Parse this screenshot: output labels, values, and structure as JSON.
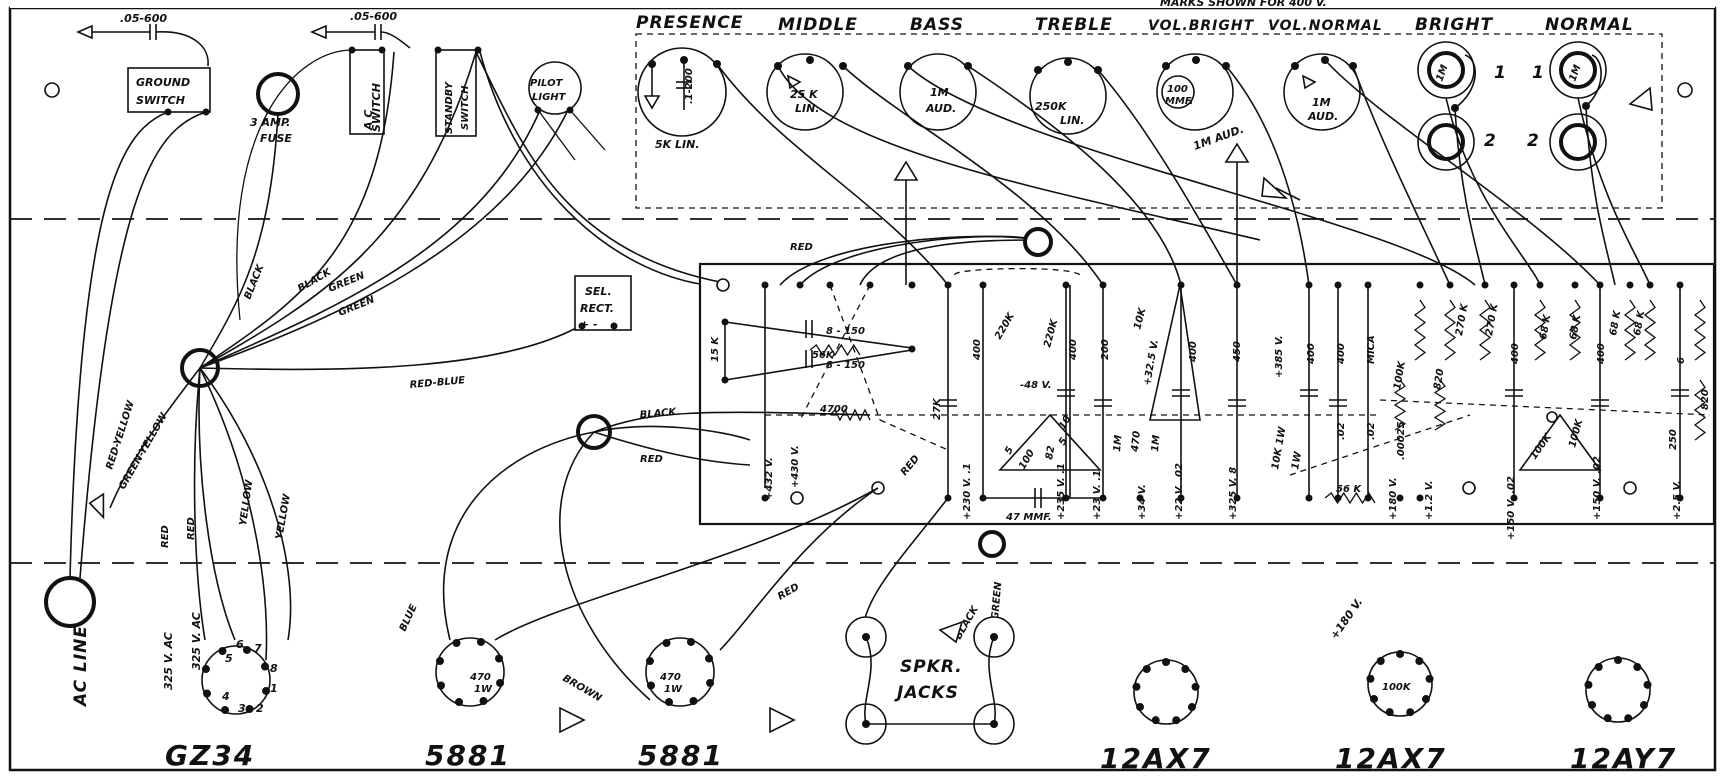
{
  "header_fragment": "MARKS SHOWN FOR 400 V.",
  "controls": {
    "presence": {
      "title": "PRESENCE",
      "value": "5K LIN.",
      "cap": ".1-200"
    },
    "middle": {
      "title": "MIDDLE",
      "value1": "25 K",
      "value2": "LIN."
    },
    "bass": {
      "title": "BASS",
      "value1": "1M",
      "value2": "AUD."
    },
    "treble": {
      "title": "TREBLE",
      "value1": "250K",
      "value2": "LIN."
    },
    "vol_bright": {
      "title": "VOL.BRIGHT",
      "cap1": "100",
      "cap2": "MMF.",
      "value": "1M AUD."
    },
    "vol_normal": {
      "title": "VOL.NORMAL",
      "value1": "1M",
      "value2": "AUD."
    },
    "bright": {
      "title": "BRIGHT",
      "jack1": "1",
      "jack2": "2",
      "res": "1M"
    },
    "normal": {
      "title": "NORMAL",
      "jack1": "1",
      "jack2": "2",
      "res": "1M"
    }
  },
  "left_panel": {
    "cap1": ".05-600",
    "cap2": ".05-600",
    "ground_switch": [
      "GROUND",
      "SWITCH"
    ],
    "fuse": [
      "3 AMP.",
      "FUSE"
    ],
    "ac_switch": [
      "A C",
      "SWITCH"
    ],
    "standby_switch": [
      "STANDBY",
      "SWITCH"
    ],
    "pilot_light": [
      "PILOT",
      "LIGHT"
    ],
    "sel_rect": [
      "SEL.",
      "RECT."
    ],
    "sel_rect_pol": "+ -",
    "ac_line": "AC LINE"
  },
  "wire_colors": {
    "black1": "BLACK",
    "black2": "BLACK",
    "green1": "GREEN",
    "green2": "GREEN",
    "red_yellow": "RED-YELLOW",
    "green_yellow": "GREEN-YELLOW",
    "red_blue": "RED-BLUE",
    "red": "RED",
    "yellow": "YELLOW",
    "blue": "BLUE",
    "brown": "BROWN",
    "black_o": "BLACK",
    "green_o": "GREEN"
  },
  "board": {
    "caps": [
      "8 - 150",
      "8 - 150",
      "400",
      "400",
      "200",
      "400",
      "450",
      "400",
      "400",
      "MICA",
      "400",
      "400",
      "6",
      "250"
    ],
    "resistors": [
      "15 K",
      "56K",
      "4700",
      "27K",
      "220K",
      "220K",
      "10K",
      "1M",
      "470",
      "1M",
      "10K 1W",
      "56 K",
      "100K",
      "820",
      "270 K",
      "270 K",
      "68 K",
      "68 K",
      "68 K",
      "68 K",
      "100K",
      "100K",
      "820"
    ],
    "voltages": [
      "+432 V.",
      "+430 V.",
      "-48 V.",
      "+230 V. .1",
      "+235 V. .1",
      "+23 V. .1",
      "+34 V.",
      "+22 V. .02",
      "+325 V. 8",
      "+385 V.",
      "+180 V.",
      "+1.2 V.",
      "+150 V. .02",
      "+150 V. .02",
      "+2.5 V.",
      "+32.5 V."
    ],
    "misc": [
      "47 MMF.",
      ".02",
      ".02",
      ".00025",
      "82",
      "5",
      "5",
      "10",
      "100",
      "1W"
    ]
  },
  "bottom_items": {
    "spkr_jacks": [
      "SPKR.",
      "JACKS"
    ],
    "tube_note_470": "470",
    "tube_note_1w": "1W",
    "tube_note_100k": "100K",
    "tube_note_180": "+180 V.",
    "pin_nums": [
      "5",
      "6",
      "7",
      "8",
      "4",
      "3",
      "2",
      "1"
    ]
  },
  "tube_labels": [
    "GZ34",
    "5881",
    "5881",
    "12AX7",
    "12AX7",
    "12AY7"
  ]
}
